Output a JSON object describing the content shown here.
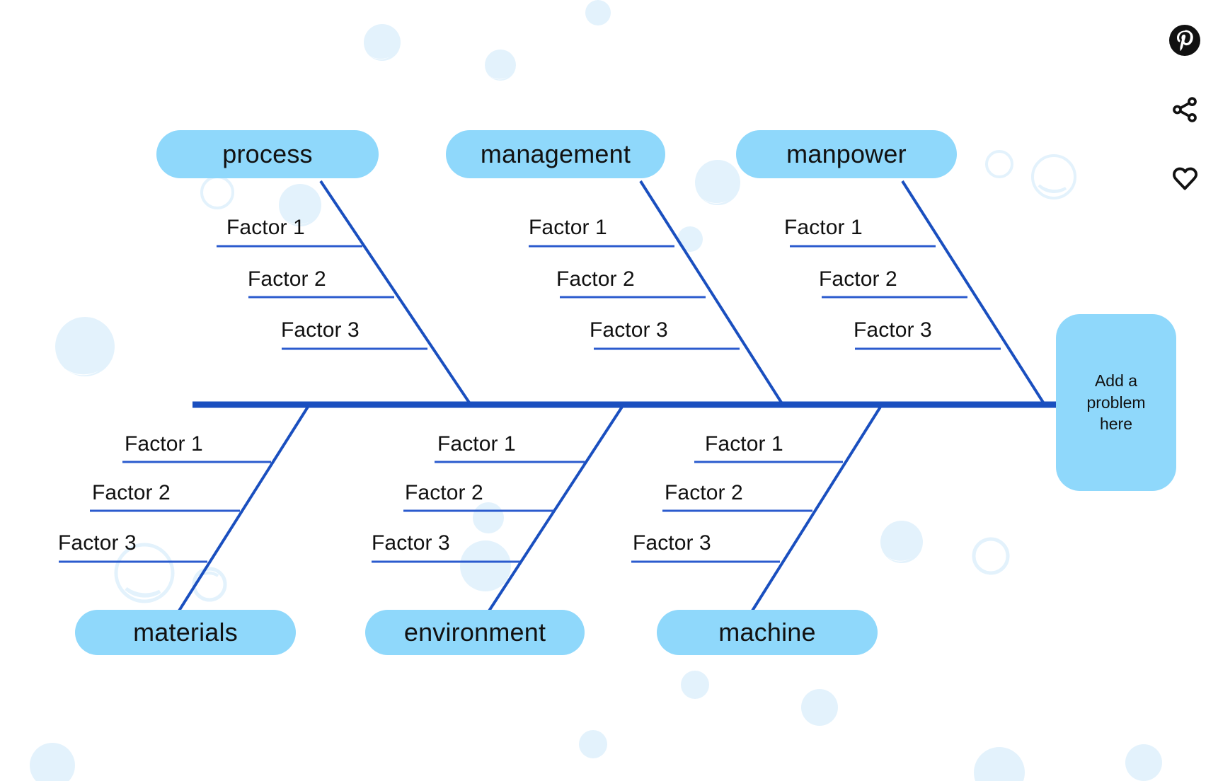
{
  "diagram": {
    "type": "fishbone-ishikawa",
    "problem_box": {
      "lines": [
        "Add a",
        "problem",
        "here"
      ],
      "text": "Add a problem here"
    },
    "colors": {
      "pill_fill": "#8FD8FB",
      "spine_stroke": "#1A4FBF",
      "bone_stroke": "#1A4FBF",
      "factor_rule_stroke": "#2B5BCE",
      "bubble_fill": "#E3F2FC",
      "text": "#111111",
      "background": "#FFFFFF"
    },
    "top_categories": [
      {
        "label": "process",
        "factors": [
          "Factor 1",
          "Factor 2",
          "Factor 3"
        ]
      },
      {
        "label": "management",
        "factors": [
          "Factor 1",
          "Factor 2",
          "Factor 3"
        ]
      },
      {
        "label": "manpower",
        "factors": [
          "Factor 1",
          "Factor 2",
          "Factor 3"
        ]
      }
    ],
    "bottom_categories": [
      {
        "label": "materials",
        "factors": [
          "Factor 1",
          "Factor 2",
          "Factor 3"
        ]
      },
      {
        "label": "environment",
        "factors": [
          "Factor 1",
          "Factor 2",
          "Factor 3"
        ]
      },
      {
        "label": "machine",
        "factors": [
          "Factor 1",
          "Factor 2",
          "Factor 3"
        ]
      }
    ]
  },
  "social": {
    "icons": [
      {
        "name": "pinterest-icon",
        "label": "Pinterest"
      },
      {
        "name": "share-icon",
        "label": "Share"
      },
      {
        "name": "heart-icon",
        "label": "Like"
      }
    ]
  }
}
